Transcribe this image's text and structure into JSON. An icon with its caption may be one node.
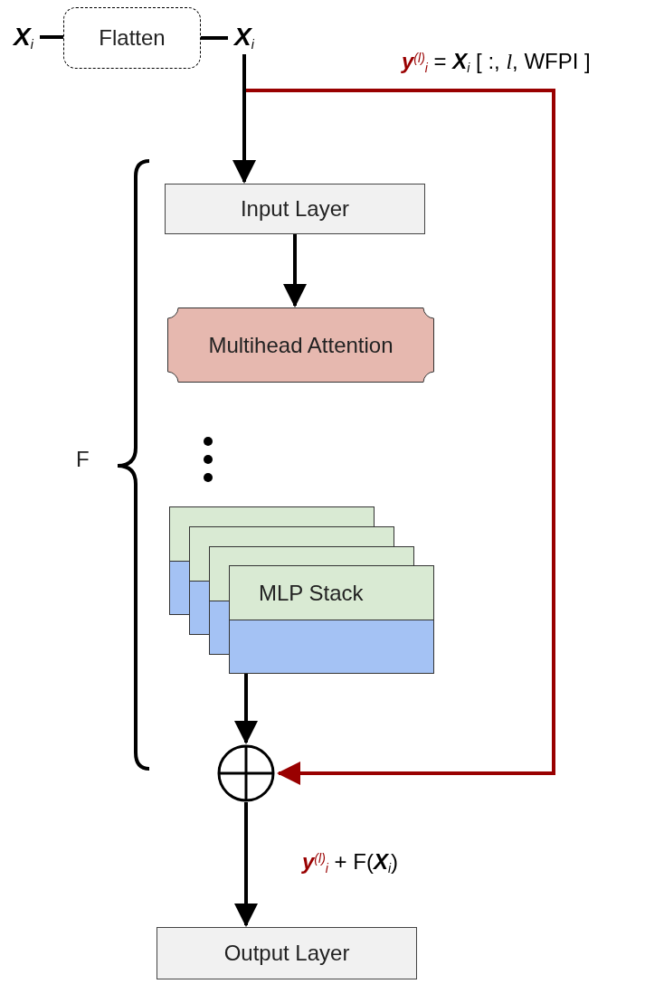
{
  "diagram": {
    "nodes": [
      {
        "text": [
          "**X**$_{i}$"
        ]
      },
      {
        "text": [
          "Flatten"
        ]
      },
      {
        "text": [
          "**X**$_{i}$"
        ]
      },
      {
        "text": [
          "Input Layer"
        ]
      },
      {
        "text": [
          "Multihead Attention"
        ]
      },
      {
        "text": [
          "MLP Stack"
        ]
      },
      {
        "text": [],
        "shape": "circle"
      },
      {
        "text": [
          "Output Layer"
        ]
      }
    ],
    "edges": [
      {
        "from": 0,
        "to": 1,
        "arrow": "none"
      },
      {
        "from": 1,
        "to": 2,
        "arrow": "none"
      },
      {
        "from": 2,
        "to": 3,
        "arrow": "to"
      },
      {
        "from": 3,
        "to": 4,
        "arrow": "to"
      },
      {
        "from": 5,
        "to": 6,
        "arrow": "to"
      },
      {
        "from": 2,
        "to": 6,
        "arrow": "to",
        "color": "#990000",
        "label": "**y**$^{(l)}$$_{i}$ = **X**$_{i}$ [ :, *l*, WFPI ]"
      },
      {
        "from": 6,
        "to": 7,
        "arrow": "to",
        "label": "**y**$^{(l)}$$_{i}$ + F(**X**$_{i}$)"
      }
    ],
    "labels": [
      "F"
    ]
  }
}
